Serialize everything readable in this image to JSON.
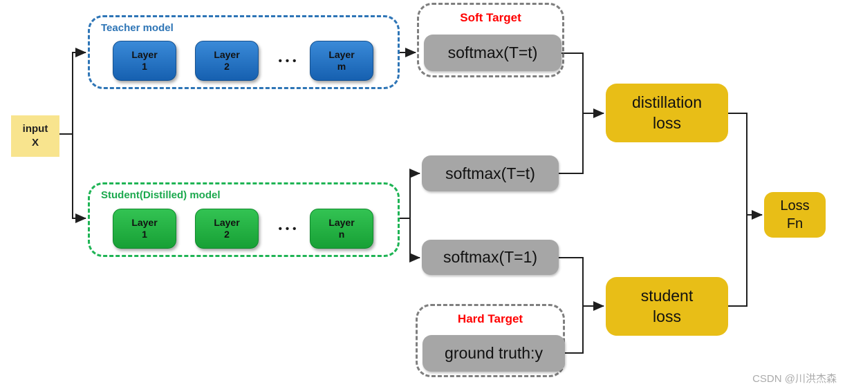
{
  "colors": {
    "input_fill": "#F8E48E",
    "teacher_border": "#2E75B6",
    "student_border": "#1FB455",
    "student_title": "#1CA94E",
    "target_border": "#7F7F7F",
    "red_label": "#FF0000",
    "gray_box": "#A6A6A6",
    "gold_box": "#E8BE17",
    "blue_layer_top": "#3A8AD8",
    "blue_layer_bottom": "#1660B0",
    "green_layer_top": "#33C353",
    "green_layer_bottom": "#17A035",
    "line": "#1F1F1F",
    "watermark": "#ABABAB"
  },
  "input_box": {
    "line1": "input",
    "line2": "X"
  },
  "teacher": {
    "title": "Teacher model",
    "dots": "•••",
    "layers": [
      {
        "word": "Layer",
        "num": "1"
      },
      {
        "word": "Layer",
        "num": "2"
      },
      {
        "word": "Layer",
        "num": "m"
      }
    ]
  },
  "student": {
    "title": "Student(Distilled) model",
    "dots": "•••",
    "layers": [
      {
        "word": "Layer",
        "num": "1"
      },
      {
        "word": "Layer",
        "num": "2"
      },
      {
        "word": "Layer",
        "num": "n"
      }
    ]
  },
  "soft_target": {
    "title": "Soft Target",
    "box_label": "softmax(T=t)"
  },
  "mid_softmax": {
    "label": "softmax(T=t)"
  },
  "low_softmax": {
    "label": "softmax(T=1)"
  },
  "hard_target": {
    "title": "Hard Target",
    "box_label": "ground truth:y"
  },
  "distillation_loss": {
    "line1": "distillation",
    "line2": "loss"
  },
  "student_loss": {
    "line1": "student",
    "line2": "loss"
  },
  "loss_fn": {
    "line1": "Loss",
    "line2": "Fn"
  },
  "watermark": "CSDN @川洪杰森"
}
